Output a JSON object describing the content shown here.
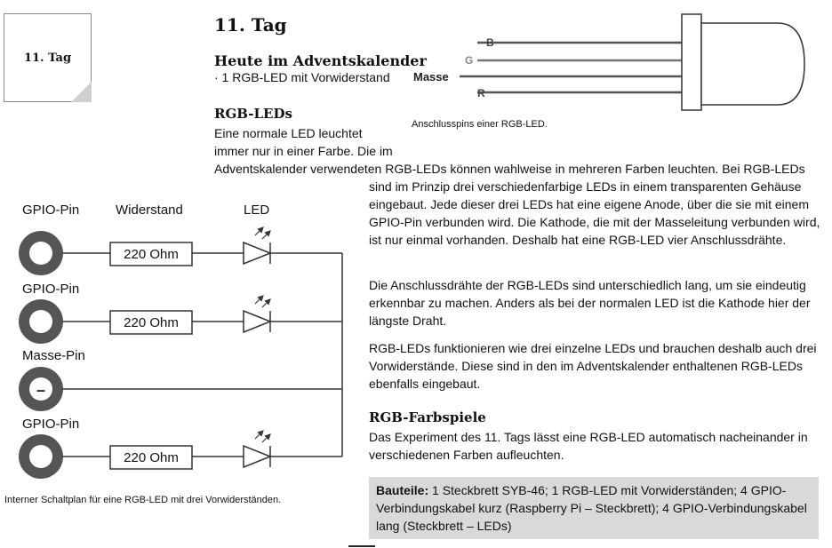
{
  "day_box": {
    "label": "11. Tag"
  },
  "header": {
    "title": "11. Tag",
    "subtitle": "Heute im Adventskalender",
    "item": "· 1 RGB-LED mit Vorwiderstand"
  },
  "led_figure": {
    "pin_labels": {
      "b": "B",
      "g": "G",
      "ground": "Masse",
      "r": "R"
    },
    "caption": "Anschlusspins einer RGB-LED."
  },
  "section1": {
    "heading": "RGB-LEDs",
    "lines_narrow": [
      "Eine normale LED leuchtet",
      "immer nur in einer Farbe. Die im"
    ],
    "line_full": "Adventskalender verwendeten RGB-LEDs können wahlweise in mehreren Farben leuchten. Bei RGB-LEDs",
    "para1": "sind im Prinzip drei verschiedenfarbige LEDs in einem transparenten Gehäuse eingebaut. Jede dieser drei LEDs hat eine eigene Anode, über die sie mit einem GPIO-Pin verbunden wird. Die Kathode, die mit der Masseleitung verbunden wird, ist nur einmal vorhanden. Deshalb hat eine RGB-LED vier Anschluss­drähte.",
    "para2": "Die Anschlussdrähte der RGB-LEDs sind unterschiedlich lang, um sie eindeutig erkennbar zu machen. Anders als bei der normalen LED ist die Kathode hier der längste Draht.",
    "para3": "RGB-LEDs funktionieren wie drei einzelne LEDs und brauchen deshalb auch drei Vorwiderstände. Diese sind in den im Adventskalender enthaltenen RGB-LEDs ebenfalls eingebaut."
  },
  "section2": {
    "heading": "RGB-Farbspiele",
    "para": "Das Experiment des 11. Tags lässt eine RGB-LED automatisch nacheinander in verschiedenen Farben aufleuchten."
  },
  "parts": {
    "label": "Bauteile:",
    "text": " 1 Steckbrett SYB-46; 1 RGB-LED mit Vorwiderständen; 4 GPIO-Verbindungskabel kurz (Raspberry Pi – Steckbrett); 4 GPIO-Verbindungskabel lang (Steckbrett – LEDs)"
  },
  "circuit": {
    "col_gpio": "GPIO-Pin",
    "col_resistor": "Widerstand",
    "col_led": "LED",
    "row_labels": [
      "GPIO-Pin",
      "Masse-Pin",
      "GPIO-Pin"
    ],
    "resistor_value": "220 Ohm",
    "ground_symbol": "–",
    "caption": "Interner Schaltplan für eine RGB-LED mit drei Vorwiderständen."
  }
}
